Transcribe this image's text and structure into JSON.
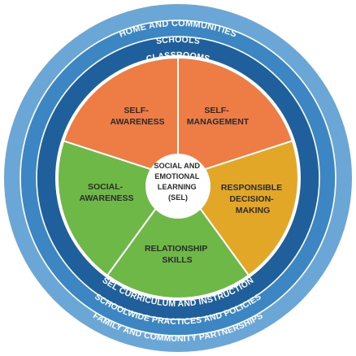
{
  "rings": {
    "outer": {
      "top": "HOME AND COMMUNITIES",
      "bottom": "FAMILY AND COMMUNITY PARTNERSHIPS",
      "color": "#6aa6d6"
    },
    "middle": {
      "top": "SCHOOLS",
      "bottom": "SCHOOLWIDE PRACTICES AND POLICIES",
      "color": "#3c86c4"
    },
    "inner": {
      "top": "CLASSROOMS",
      "bottom": "SEL CURRICULUM AND INSTRUCTION",
      "color": "#1e5f9c"
    }
  },
  "competencies": [
    {
      "lines": [
        "SELF-",
        "MANAGEMENT"
      ],
      "color": "#ee7c45"
    },
    {
      "lines": [
        "RESPONSIBLE",
        "DECISION-",
        "MAKING"
      ],
      "color": "#e2a726"
    },
    {
      "lines": [
        "RELATIONSHIP",
        "SKILLS"
      ],
      "color": "#6eb848"
    },
    {
      "lines": [
        "SOCIAL-",
        "AWARENESS"
      ],
      "color": "#6eb848"
    },
    {
      "lines": [
        "SELF-",
        "AWARENESS"
      ],
      "color": "#ee7c45"
    }
  ],
  "center": {
    "lines": [
      "SOCIAL AND",
      "EMOTIONAL",
      "LEARNING",
      "(SEL)"
    ]
  }
}
